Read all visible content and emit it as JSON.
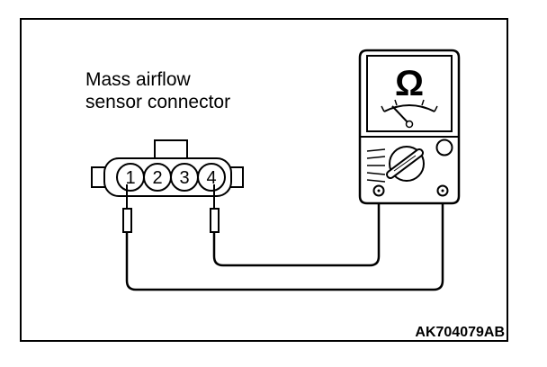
{
  "title": {
    "line1": "Mass airflow",
    "line2": "sensor connector"
  },
  "connector": {
    "pins": [
      "1",
      "2",
      "3",
      "4"
    ]
  },
  "meter": {
    "unit_symbol": "Ω"
  },
  "figure_code": "AK704079AB",
  "colors": {
    "ink": "#000000",
    "background": "#ffffff"
  }
}
